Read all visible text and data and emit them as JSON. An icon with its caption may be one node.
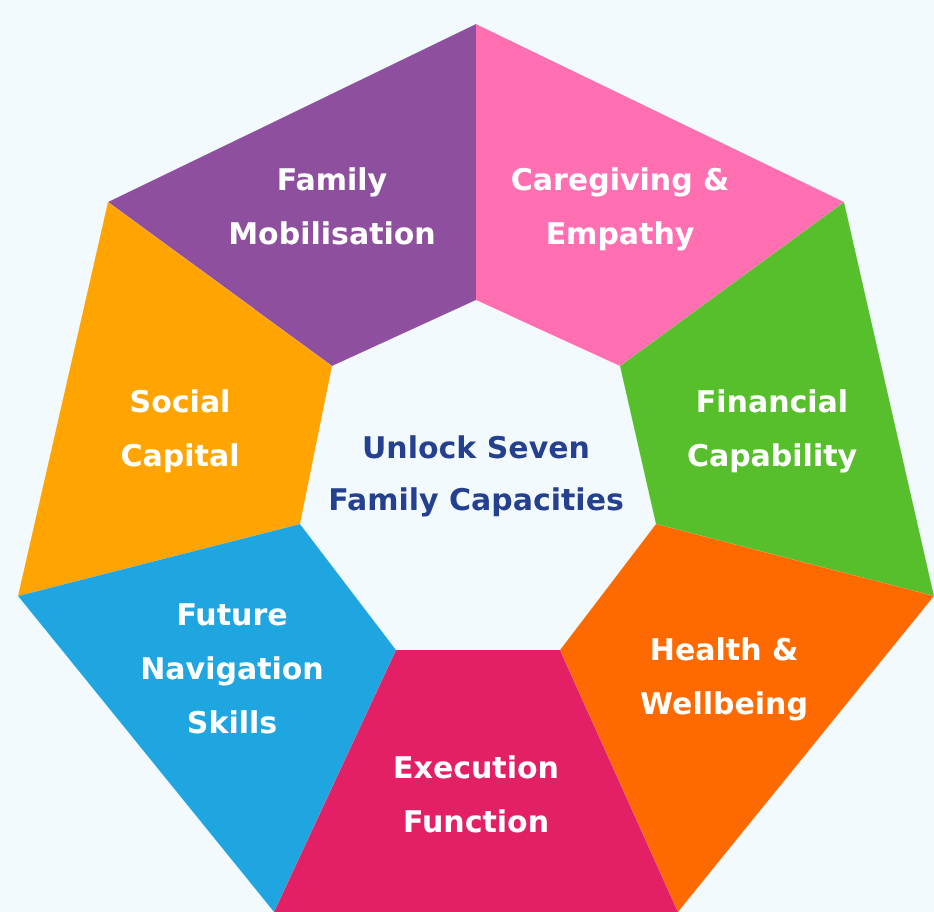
{
  "diagram": {
    "nodes": [
      {
        "text": [
          "Family Mobilisation"
        ]
      },
      {
        "text": [
          "Caregiving & Empathy"
        ]
      },
      {
        "text": [
          "Social Capital"
        ]
      },
      {
        "text": [
          "Unlock Seven Family Capacities"
        ]
      },
      {
        "text": [
          "Financial Capability"
        ]
      },
      {
        "text": [
          "Future Navigation Skills"
        ]
      },
      {
        "text": [
          "Health & Wellbeing"
        ]
      },
      {
        "text": [
          "Execution Function"
        ]
      }
    ]
  }
}
